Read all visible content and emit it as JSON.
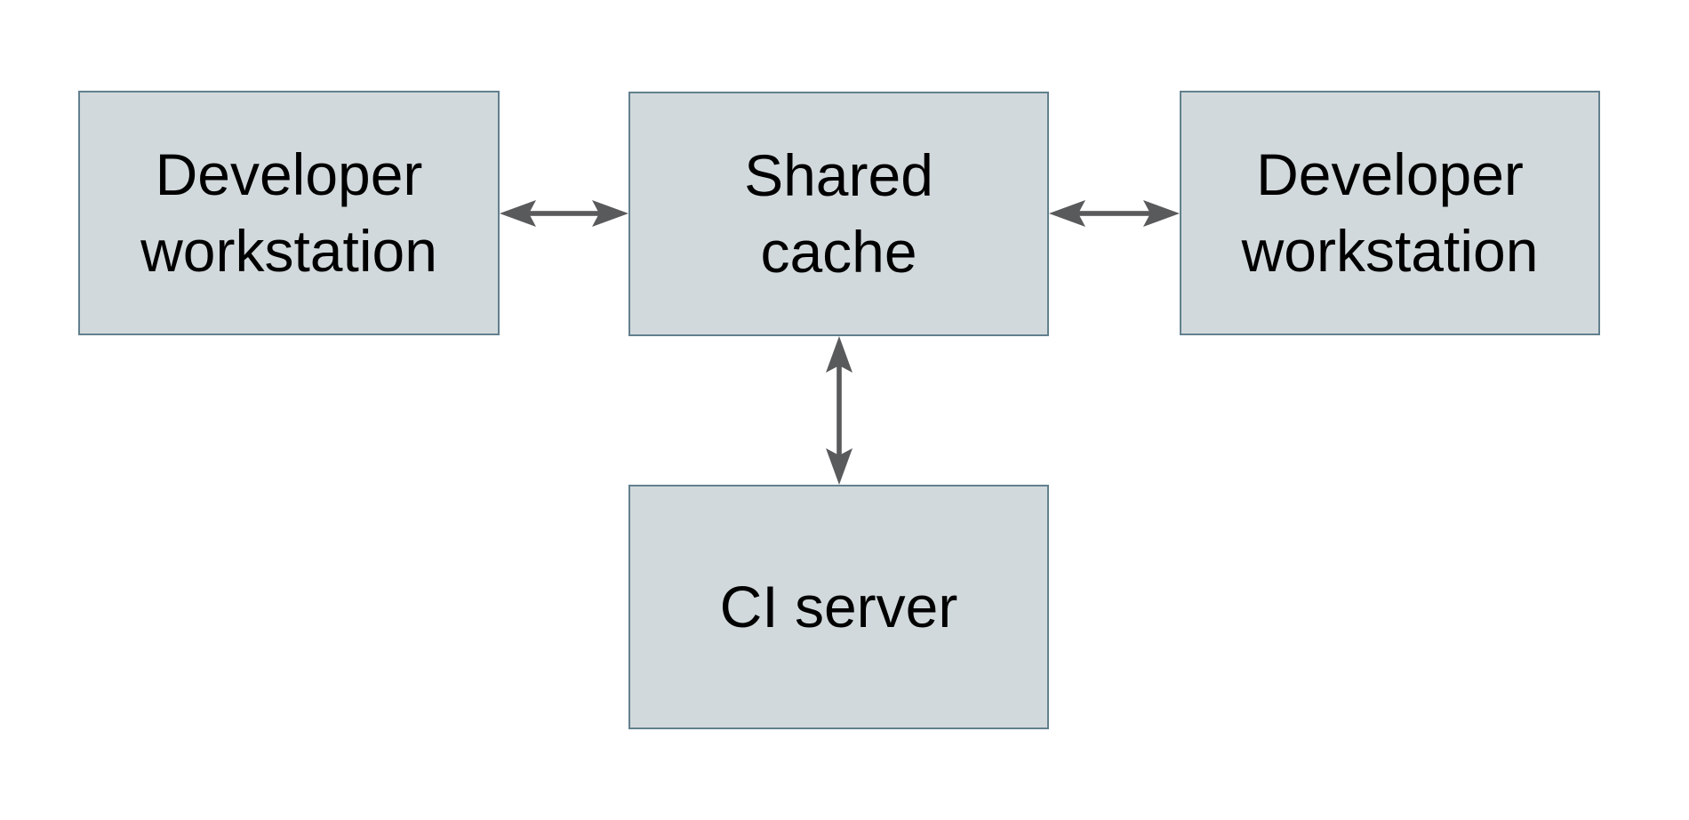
{
  "colors": {
    "background": "#ffffff",
    "box-fill": "#d2d9dc",
    "box-border": "#62808e",
    "arrow": "#595a5c",
    "text": "#000000"
  },
  "diagram": {
    "nodes": [
      {
        "id": "developer-workstation-left",
        "lines": [
          "Developer",
          "workstation"
        ]
      },
      {
        "id": "shared-cache",
        "lines": [
          "Shared",
          "cache"
        ]
      },
      {
        "id": "developer-workstation-right",
        "lines": [
          "Developer",
          "workstation"
        ]
      },
      {
        "id": "ci-server",
        "lines": [
          "CI server"
        ]
      }
    ],
    "edges": [
      {
        "from": "developer-workstation-left",
        "to": "shared-cache",
        "type": "bidirectional"
      },
      {
        "from": "shared-cache",
        "to": "developer-workstation-right",
        "type": "bidirectional"
      },
      {
        "from": "shared-cache",
        "to": "ci-server",
        "type": "bidirectional"
      }
    ]
  }
}
